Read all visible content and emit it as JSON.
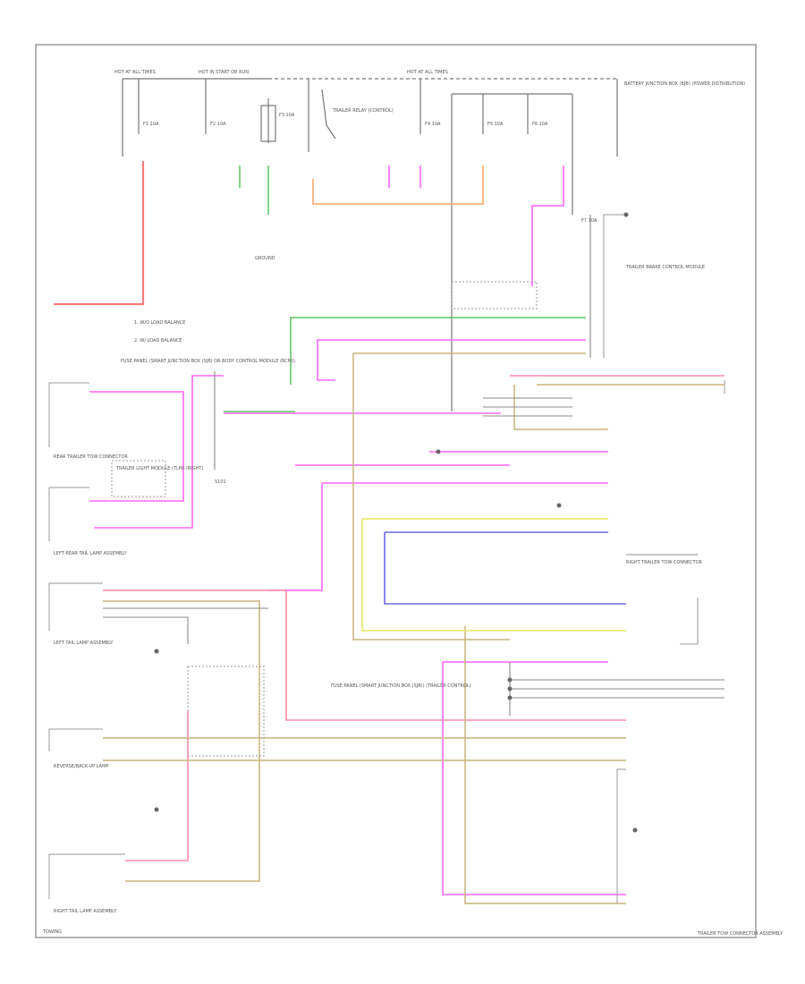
{
  "title_block": {
    "left_fuse_label": "HOT AT ALL TIMES",
    "mid_fuse_label": "HOT IN START OR RUN",
    "right_fuse_label": "HOT AT ALL TIMES",
    "battery_junction_box": "BATTERY JUNCTION BOX (BJB) (POWER DISTRIBUTION)",
    "fuse_labels": [
      "F1 10A",
      "F2 10A",
      "F3 10A",
      "F4 10A",
      "F5 10A",
      "F6 10A",
      "F7 10A"
    ],
    "relay_label": "TRAILER RELAY (CONTROL)"
  },
  "legend": {
    "item1": "1. W/O LOAD BALANCE",
    "item2": "2. W/ LOAD BALANCE"
  },
  "components": {
    "left_fuse_panel": "FUSE PANEL (SMART JUNCTION BOX (SJB) OR BODY CONTROL MODULE (BCM))",
    "rear_module": "REAR TRAILER TOW CONNECTOR",
    "trailer_light_module": "TRAILER LIGHT MODULE (TLM) (RIGHT)",
    "left_rear_lamp": "LEFT REAR TAIL LAMP ASSEMBLY",
    "left_tail_lamp": "LEFT TAIL LAMP ASSEMBLY",
    "reverse_lamp": "REVERSE/BACK-UP LAMP",
    "right_tail_lamp": "RIGHT TAIL LAMP ASSEMBLY",
    "center_module": "FUSE PANEL (SMART JUNCTION BOX (SJB)) (TRAILER CONTROL)",
    "right_module": "TRAILER BRAKE CONTROL MODULE",
    "right_tail": "RIGHT TRAILER TOW CONNECTOR",
    "right_bottom": "TRAILER TOW CONNECTOR ASSEMBLY",
    "ground_label": "GROUND",
    "splice_label": "S101",
    "page_tag": "TOWING"
  }
}
